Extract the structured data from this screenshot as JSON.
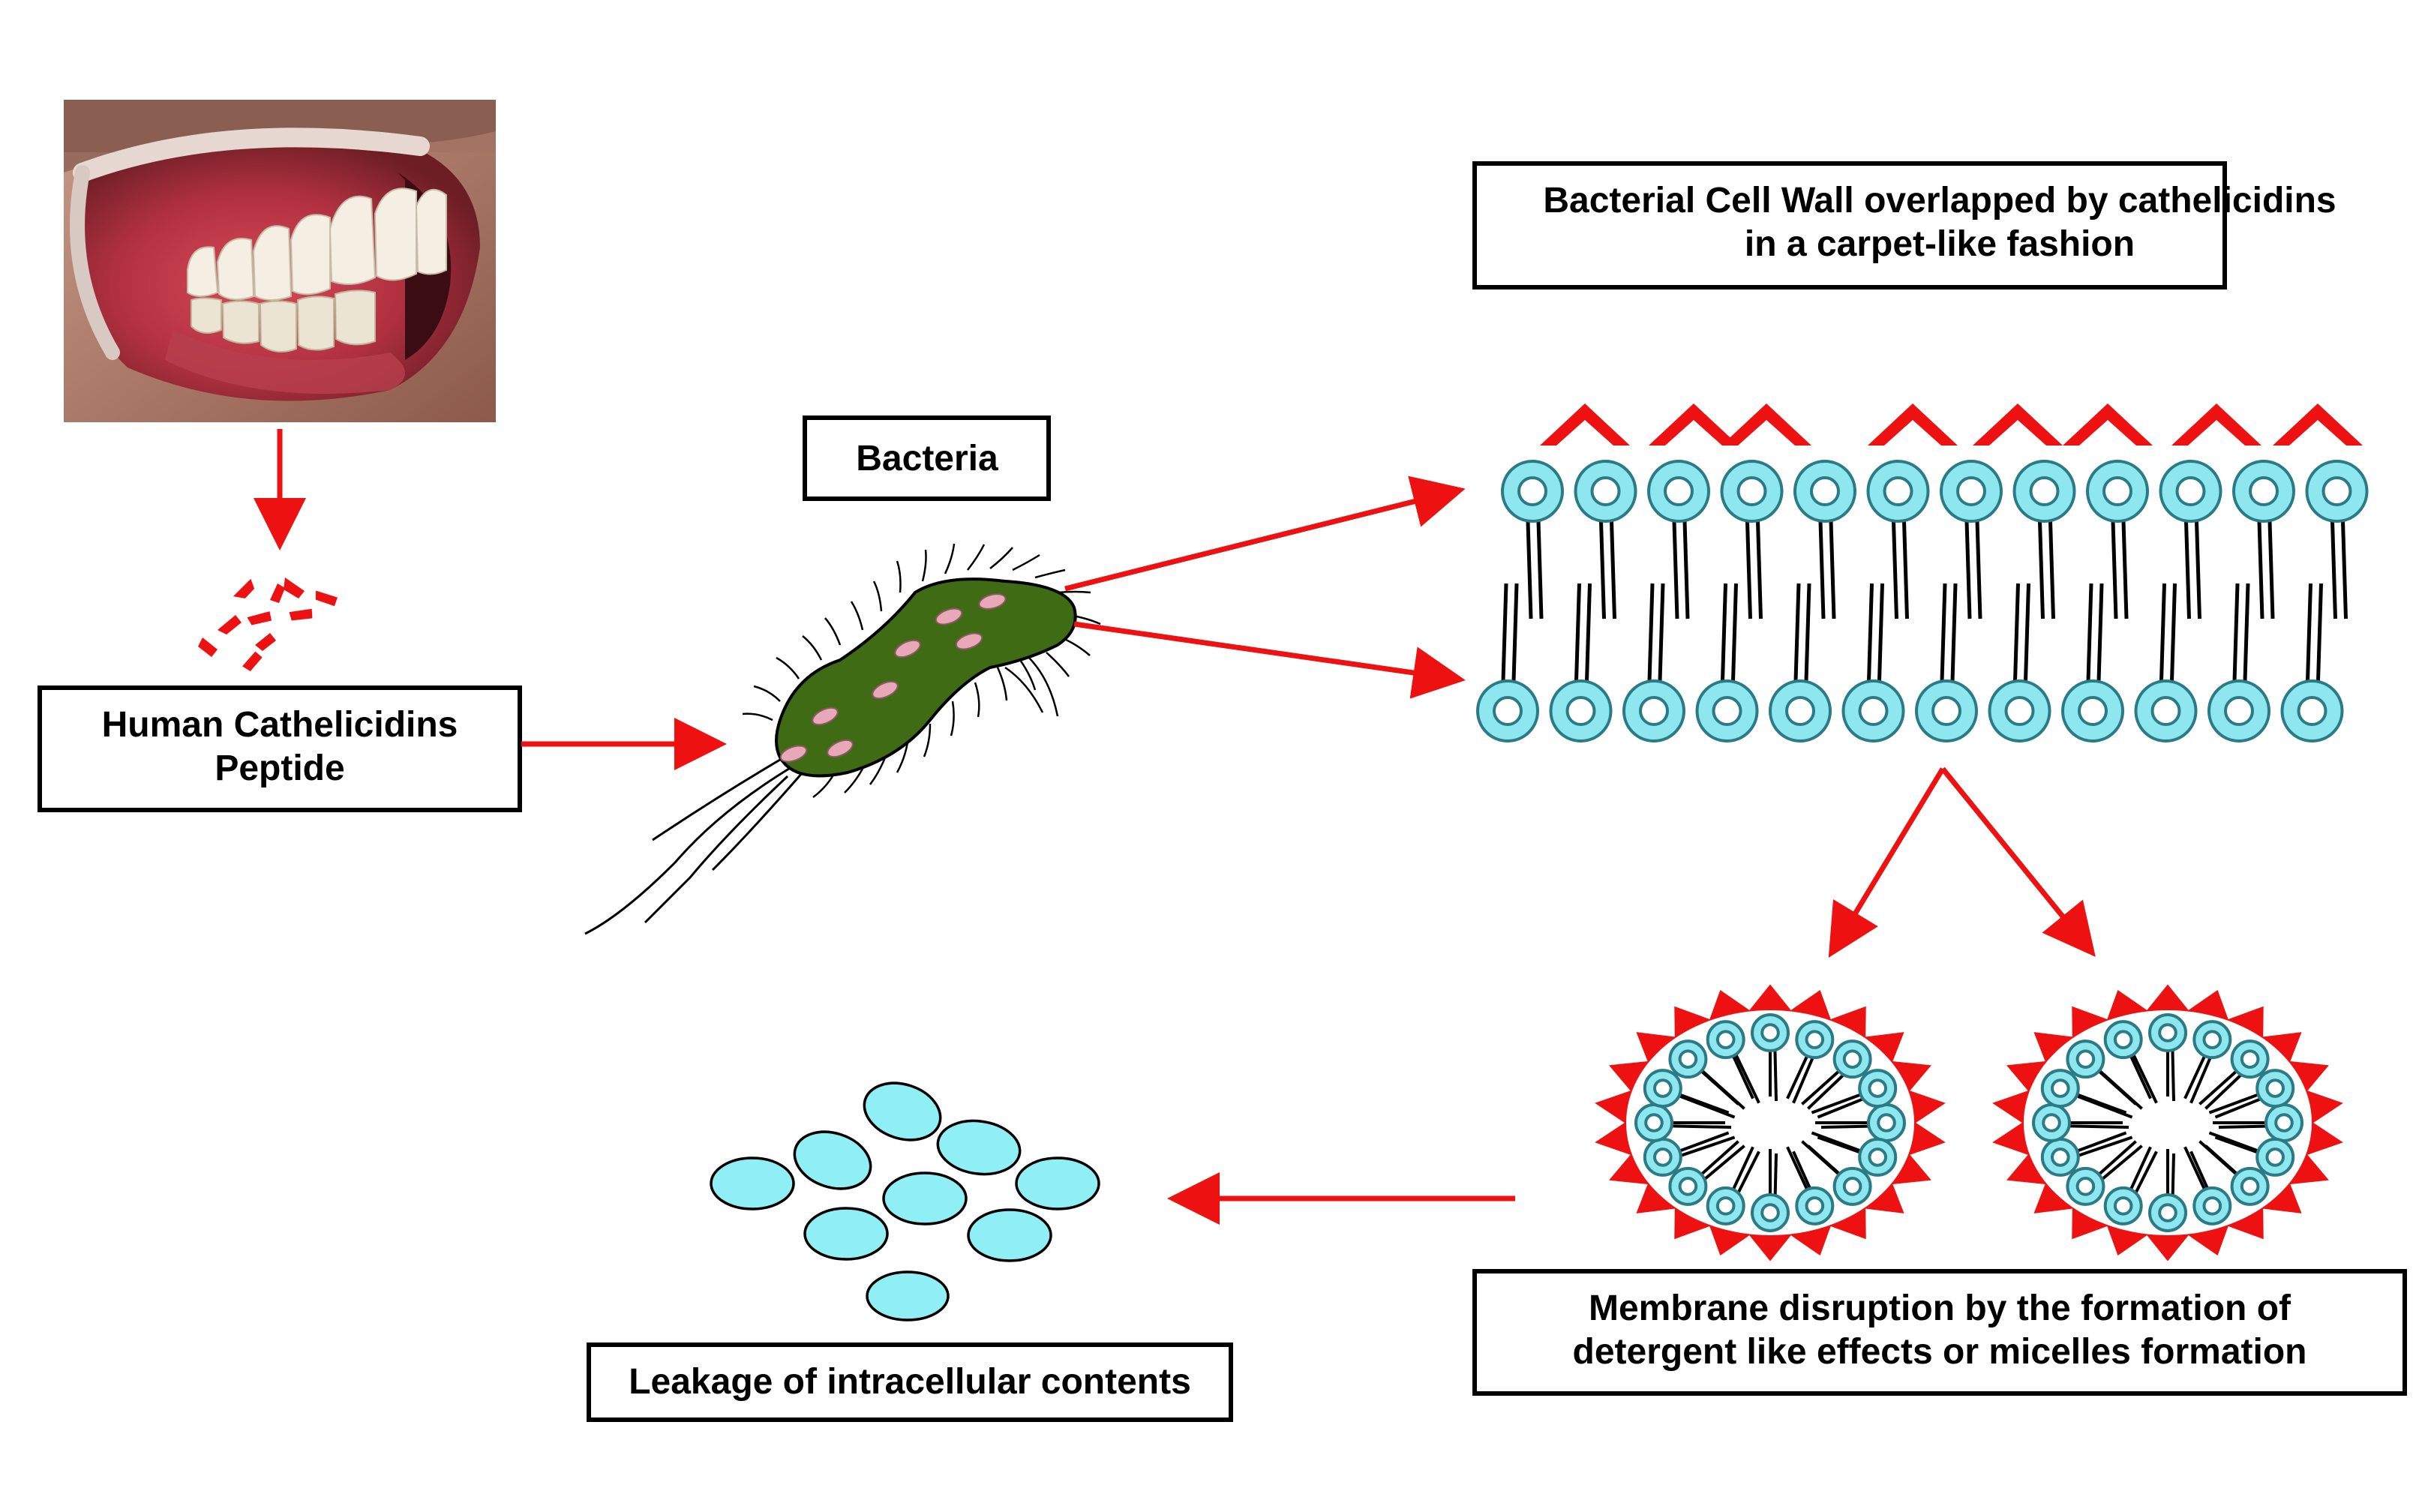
{
  "labels": {
    "human_peptide_line1": "Human Cathelicidins",
    "human_peptide_line2": "Peptide",
    "bacteria": "Bacteria",
    "cell_wall_line1": "Bacterial Cell Wall overlapped by cathelicidins",
    "cell_wall_line2": "in a carpet-like fashion",
    "disruption_line1": "Membrane disruption by the formation of",
    "disruption_line2": "detergent like effects or micelles formation",
    "leakage": "Leakage of intracellular contents"
  },
  "colors": {
    "arrow": "#ee1111",
    "peptide": "#ee1111",
    "lipid_head_fill": "#8ee6ee",
    "lipid_head_stroke": "#2a7b86",
    "bacteria_body": "#3f6b14",
    "bacteria_spot": "#e8a8b8",
    "leak_vesicle": "#90eef5"
  }
}
